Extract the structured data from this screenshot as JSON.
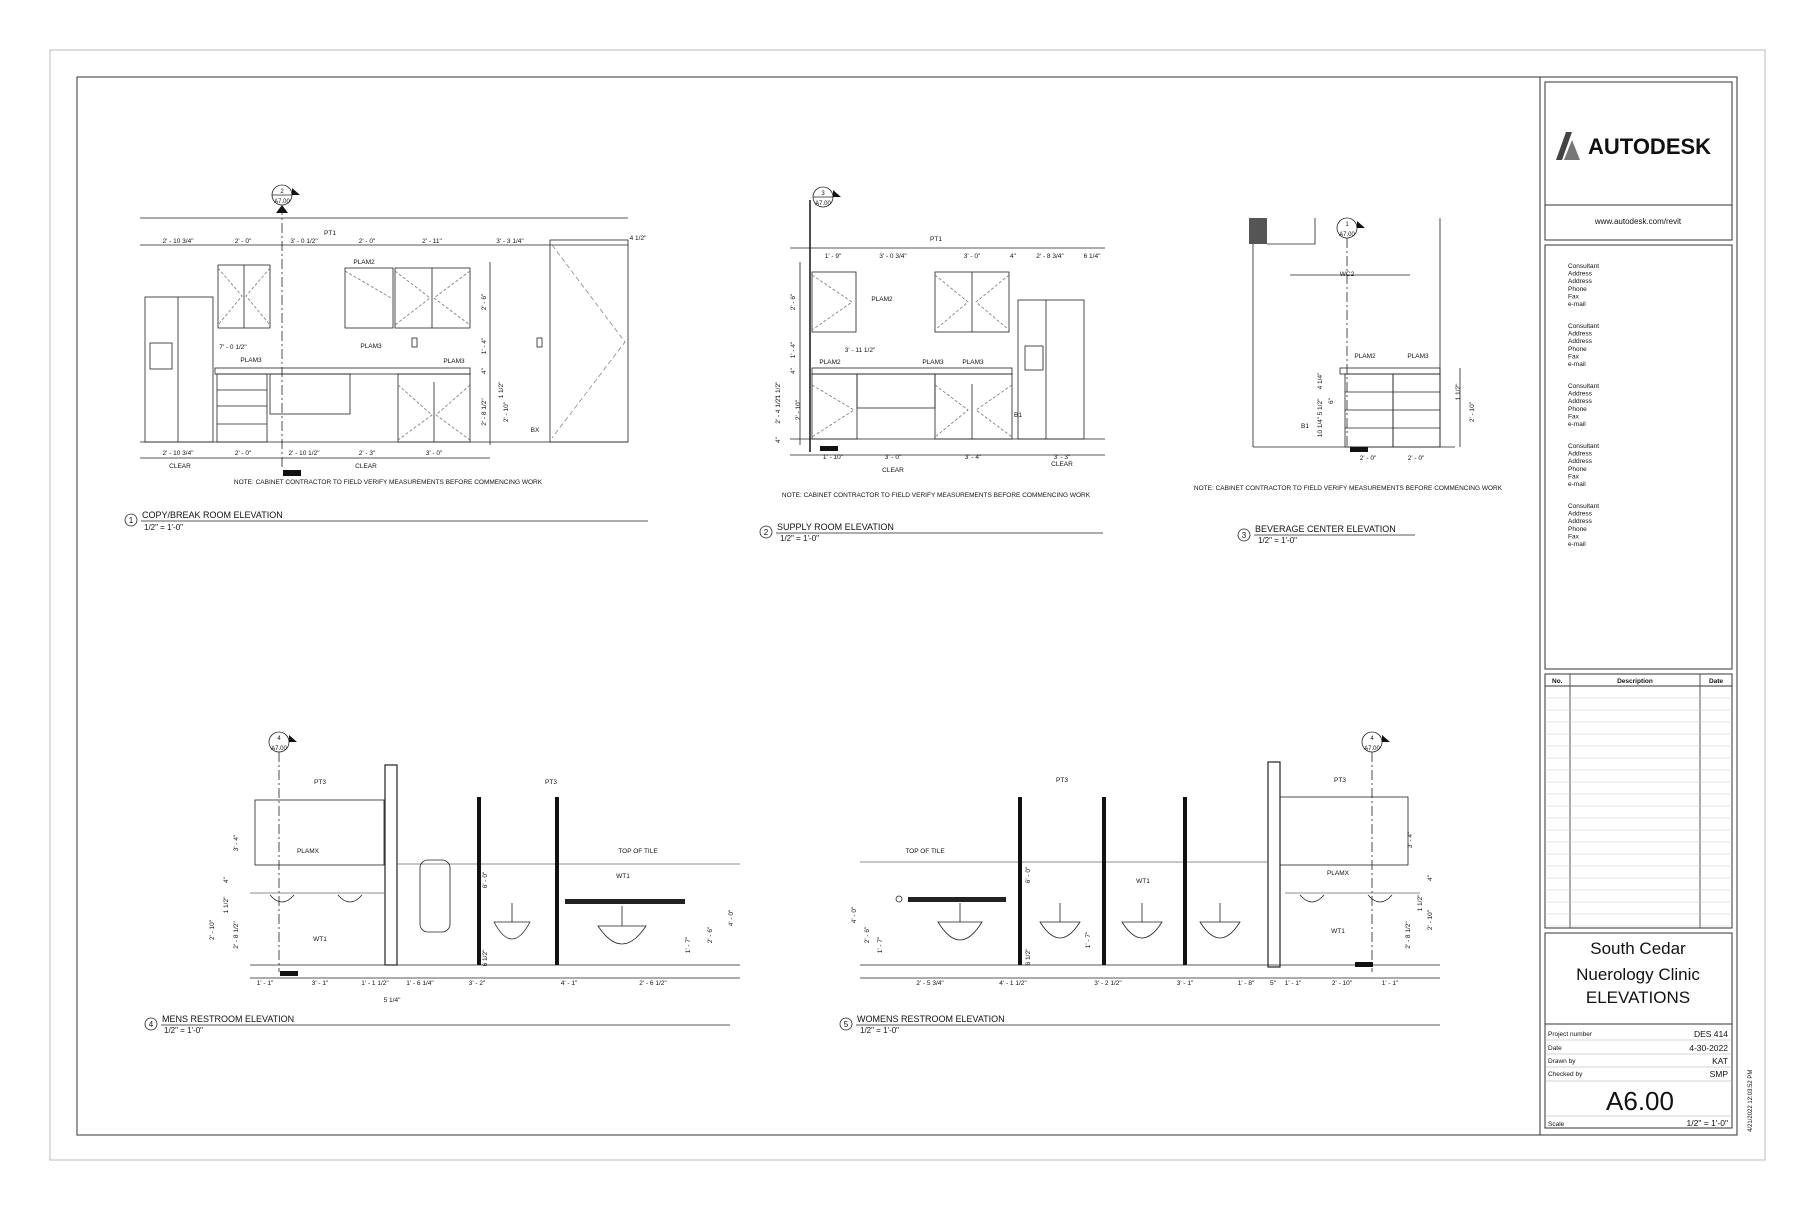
{
  "titleblock": {
    "brand": "AUTODESK",
    "brand_url": "www.autodesk.com/revit",
    "consultants": [
      {
        "lines": [
          "Consultant",
          "Address",
          "Address",
          "Phone",
          "Fax",
          "e-mail"
        ]
      },
      {
        "lines": [
          "Consultant",
          "Address",
          "Address",
          "Phone",
          "Fax",
          "e-mail"
        ]
      },
      {
        "lines": [
          "Consultant",
          "Address",
          "Address",
          "Phone",
          "Fax",
          "e-mail"
        ]
      },
      {
        "lines": [
          "Consultant",
          "Address",
          "Address",
          "Phone",
          "Fax",
          "e-mail"
        ]
      },
      {
        "lines": [
          "Consultant",
          "Address",
          "Address",
          "Phone",
          "Fax",
          "e-mail"
        ]
      }
    ],
    "revisions_headers": {
      "no": "No.",
      "description": "Description",
      "date": "Date"
    },
    "project_line1": "South Cedar",
    "project_line2": "Nuerology Clinic",
    "sheet_name": "ELEVATIONS",
    "fields": [
      {
        "label": "Project number",
        "value": "DES 414"
      },
      {
        "label": "Date",
        "value": "4-30-2022"
      },
      {
        "label": "Drawn by",
        "value": "KAT"
      },
      {
        "label": "Checked by",
        "value": "SMP"
      }
    ],
    "sheet_number": "A6.00",
    "scale_label": "Scale",
    "scale_value": "1/2\" = 1'-0\"",
    "print_stamp": "4/21/2022 12:03:52 PM"
  },
  "views": [
    {
      "number": "1",
      "title": "COPY/BREAK ROOM ELEVATION",
      "scale": "1/2\" = 1'-0\"",
      "section_tag": {
        "num": "2",
        "sheet": "A7.00"
      },
      "note": "NOTE: CABINET CONTRACTOR TO FIELD VERIFY MEASUREMENTS BEFORE COMMENCING WORK",
      "top_dims": [
        "2' - 10 3/4\"",
        "2' - 0\"",
        "3' - 0 1/2\"",
        "2' - 0\"",
        "2' - 11\"",
        "3' - 3 1/4\"",
        "4 1/2\""
      ],
      "bottom_dims": [
        "2' - 10 3/4\"",
        "2' - 0\"",
        "2' - 10 1/2\"",
        "2' - 3\"",
        "3' - 0\""
      ],
      "right_dims": [
        "2' - 6\"",
        "1' - 4\"",
        "4\"",
        "1 1/2\"",
        "2' - 8 1/2\"",
        "2' - 10\""
      ],
      "tags": {
        "pt1": "PT1",
        "plam2": "PLAM2",
        "plam3a": "PLAM3",
        "plam3b": "PLAM3",
        "plam3c": "PLAM3",
        "counter": "7' - 0 1/2\"",
        "bx": "BX",
        "clear1": "CLEAR",
        "clear2": "CLEAR"
      }
    },
    {
      "number": "2",
      "title": "SUPPLY ROOM ELEVATION",
      "scale": "1/2\" = 1'-0\"",
      "section_tag": {
        "num": "3",
        "sheet": "A7.00"
      },
      "note": "NOTE: CABINET CONTRACTOR TO FIELD VERIFY MEASUREMENTS BEFORE COMMENCING WORK",
      "top_dims": [
        "1' - 9\"",
        "3' - 0 3/4\"",
        "3' - 0\"",
        "4\"",
        "2' - 8 3/4\"",
        "6 1/4\""
      ],
      "bottom_dims": [
        "1' - 10\"",
        "3' - 0\"",
        "3' - 4\"",
        "3' - 3\""
      ],
      "left_dims": [
        "2' - 6\"",
        "1' - 4\"",
        "4\"",
        "1 1/2\"",
        "2' - 4 1/2\"",
        "2' - 10\"",
        "4\""
      ],
      "tags": {
        "pt1": "PT1",
        "plam2a": "PLAM2",
        "plam2b": "PLAM2",
        "plam3a": "PLAM3",
        "plam3b": "PLAM3",
        "inner": "3' - 11 1/2\"",
        "b1": "B1",
        "clear1": "CLEAR",
        "clear2": "CLEAR"
      }
    },
    {
      "number": "3",
      "title": "BEVERAGE CENTER ELEVATION",
      "scale": "1/2\" = 1'-0\"",
      "section_tag": {
        "num": "1",
        "sheet": "A7.00"
      },
      "note": "NOTE: CABINET CONTRACTOR TO FIELD VERIFY MEASUREMENTS BEFORE COMMENCING WORK",
      "top_dims": [
        "WC2"
      ],
      "bottom_dims": [
        "2' - 0\"",
        "2' - 0\""
      ],
      "left_dims": [
        "4 1/4\"",
        "5 1/2\"",
        "6\"",
        "10 1/4\""
      ],
      "right_dims": [
        "1 1/2\"",
        "2' - 10\""
      ],
      "tags": {
        "plam2": "PLAM2",
        "plam3": "PLAM3",
        "b1": "B1"
      }
    },
    {
      "number": "4",
      "title": "MENS RESTROOM ELEVATION",
      "scale": "1/2\" = 1'-0\"",
      "section_tag": {
        "num": "4",
        "sheet": "A7.00"
      },
      "bottom_dims": [
        "1' - 1\"",
        "3' - 1\"",
        "1' - 1 1/2\"",
        "1' - 6 1/4\"",
        "3' - 2\"",
        "4' - 1\"",
        "2' - 6 1/2\"",
        "5 1/4\""
      ],
      "left_dims": [
        "3' - 4\"",
        "4\"",
        "2' - 10\"",
        "1 1/2\"",
        "2' - 8 1/2\""
      ],
      "right_dims": [
        "6' - 0\"",
        "6 1/2\"",
        "1' - 7\"",
        "2' - 6\"",
        "4' - 0\""
      ],
      "tags": {
        "pt3a": "PT3",
        "pt3b": "PT3",
        "plamx": "PLAMX",
        "wt1a": "WT1",
        "wt1b": "WT1",
        "top_of_tile": "TOP OF TILE"
      }
    },
    {
      "number": "5",
      "title": "WOMENS RESTROOM ELEVATION",
      "scale": "1/2\" = 1'-0\"",
      "section_tag": {
        "num": "4",
        "sheet": "A7.00"
      },
      "bottom_dims": [
        "2' - 5 3/4\"",
        "4' - 1 1/2\"",
        "3' - 2 1/2\"",
        "3' - 1\"",
        "1' - 8\"",
        "5\"",
        "1' - 1\"",
        "2' - 10\"",
        "1' - 1\""
      ],
      "left_dims": [
        "4' - 0\"",
        "2' - 6\"",
        "1' - 7\""
      ],
      "right_dims": [
        "3' - 4\"",
        "4\"",
        "1 1/2\"",
        "2' - 8 1/2\"",
        "2' - 10\""
      ],
      "tags": {
        "pt3a": "PT3",
        "pt3b": "PT3",
        "plamx": "PLAMX",
        "wt1a": "WT1",
        "wt1b": "WT1",
        "top_of_tile": "TOP OF TILE",
        "v6": "6' - 0\"",
        "v65": "6 1/2\"",
        "v17": "1' - 7\""
      }
    }
  ]
}
